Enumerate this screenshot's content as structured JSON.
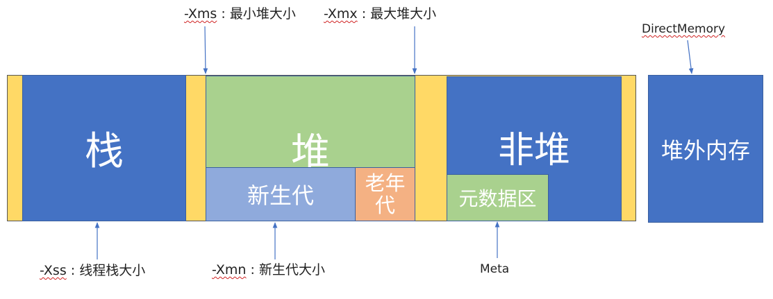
{
  "blocks": {
    "stack": "栈",
    "heap": "堆",
    "young_gen": "新生代",
    "old_gen": "老年代",
    "non_heap": "非堆",
    "metaspace": "元数据区",
    "off_heap": "堆外内存"
  },
  "annotations": {
    "xms_flag": "-Xms",
    "xms_desc": " : 最小堆大小",
    "xmx_flag": "-Xmx",
    "xmx_desc": " : 最大堆大小",
    "direct_memory": "DirectMemory",
    "xss_flag": "-Xss",
    "xss_desc": " : 线程栈大小",
    "xmn_flag": "-Xmn",
    "xmn_desc": " : 新生代大小",
    "meta": "Meta"
  },
  "colors": {
    "yellow": "#FFD966",
    "blue": "#4472C4",
    "green": "#A9D18E",
    "light_blue": "#8FAADC",
    "orange": "#F4B183",
    "arrow": "#4472C4"
  }
}
